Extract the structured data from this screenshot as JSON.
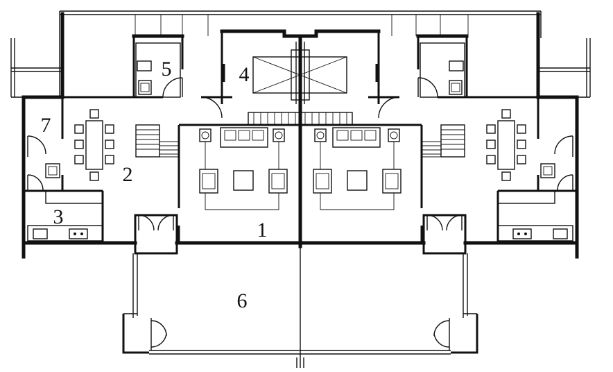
{
  "rooms": {
    "r1": "1",
    "r2": "2",
    "r3": "3",
    "r4": "4",
    "r5": "5",
    "r6": "6",
    "r7": "7"
  }
}
